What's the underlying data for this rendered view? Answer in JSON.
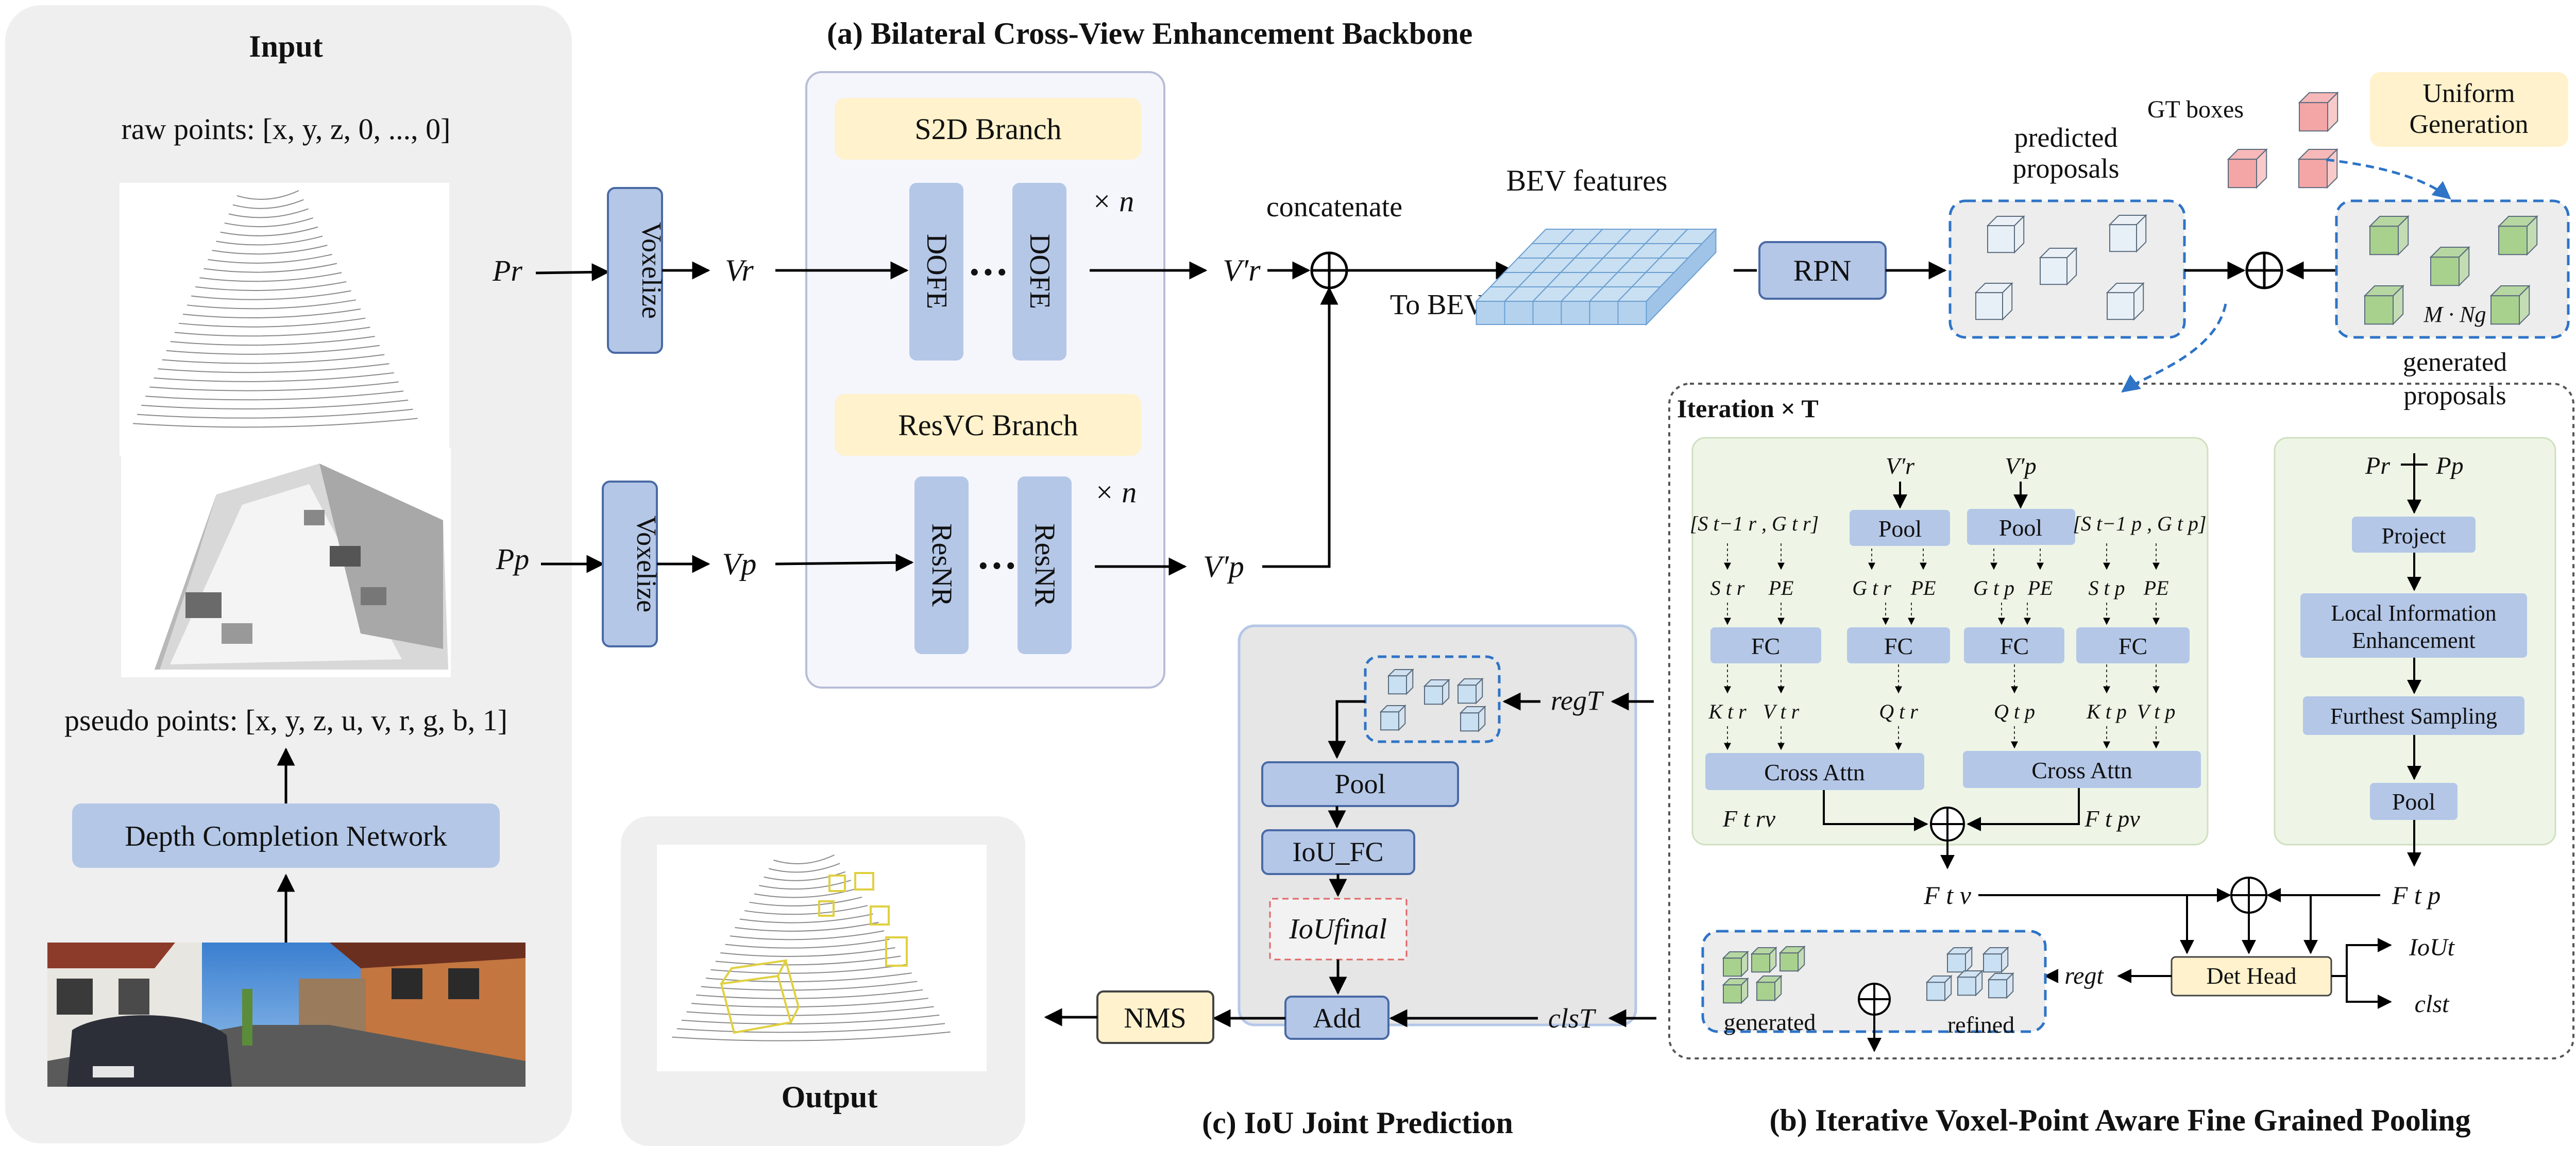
{
  "panels": {
    "input_title": "Input",
    "output_title": "Output",
    "backbone_title": "(a) Bilateral Cross-View Enhancement Backbone",
    "pooling_title": "(b) Iterative Voxel-Point Aware Fine Grained Pooling",
    "iou_title": "(c) IoU Joint Prediction",
    "iteration": "Iteration × T"
  },
  "input": {
    "raw_points": "raw points: [x, y, z, 0, ..., 0]",
    "pseudo_points": "pseudo points: [x, y, z, u, v, r, g, b, 1]",
    "depth_net": "Depth Completion Network"
  },
  "backbone": {
    "p_r": "Pr",
    "p_p": "Pp",
    "voxelize": "Voxelize",
    "v_r": "Vr",
    "v_p": "Vp",
    "s2d_branch": "S2D Branch",
    "resvc_branch": "ResVC Branch",
    "dofe": "DOFE",
    "resnr": "ResNR",
    "dots": "···",
    "times_n": "× n",
    "v_r_prime": "V′r",
    "v_p_prime": "V′p",
    "concatenate": "concatenate",
    "to_bev": "To BEV",
    "bev_features": "BEV features",
    "rpn": "RPN"
  },
  "proposals": {
    "predicted": "predicted proposals",
    "gt_boxes": "GT boxes",
    "uniform_generation": "Uniform Generation",
    "m_ng": "M · Ng",
    "generated": "generated proposals"
  },
  "pooling": {
    "v_r_prime": "V′r",
    "v_p_prime": "V′p",
    "pool": "Pool",
    "s_r_prev": "[S t−1 r , G t r]",
    "s_p_prev": "[S t−1 p , G t p]",
    "s_r": "S t r",
    "g_r": "G t r",
    "g_p": "G t p",
    "s_p": "S t p",
    "pe": "PE",
    "fc": "FC",
    "k_r": "K t r",
    "v_r": "V t r",
    "q_r": "Q t r",
    "q_p": "Q t p",
    "k_p": "K t p",
    "v_p": "V t p",
    "cross_attn": "Cross Attn",
    "f_rv": "F t rv",
    "f_pv": "F t pv",
    "f_v": "F t v",
    "f_p": "F t p",
    "p_r": "Pr",
    "p_p": "Pp",
    "project": "Project",
    "lie": "Local Information Enhancement",
    "furthest": "Furthest Sampling",
    "det_head": "Det Head",
    "iou_t": "IoUt",
    "cls_t": "clst",
    "reg_t": "regt",
    "generated": "generated",
    "refined": "refined"
  },
  "iou": {
    "reg_T": "regT",
    "cls_T": "clsT",
    "pool": "Pool",
    "iou_fc": "IoU_FC",
    "iou_final": "IoUfinal",
    "add": "Add",
    "nms": "NMS"
  },
  "colors": {
    "box_blue": "#b4c7e7",
    "box_border": "#4a6aa5",
    "yellow": "#fff2cc",
    "panel_gray": "#efefef",
    "green_panel": "#eef5e6",
    "dashed_blue": "#2e74c7",
    "cube_blue": "#c9dff2",
    "cube_green": "#a9d18e",
    "cube_red": "#f4a6a6",
    "lidar_gray": "#7a7a7a"
  }
}
